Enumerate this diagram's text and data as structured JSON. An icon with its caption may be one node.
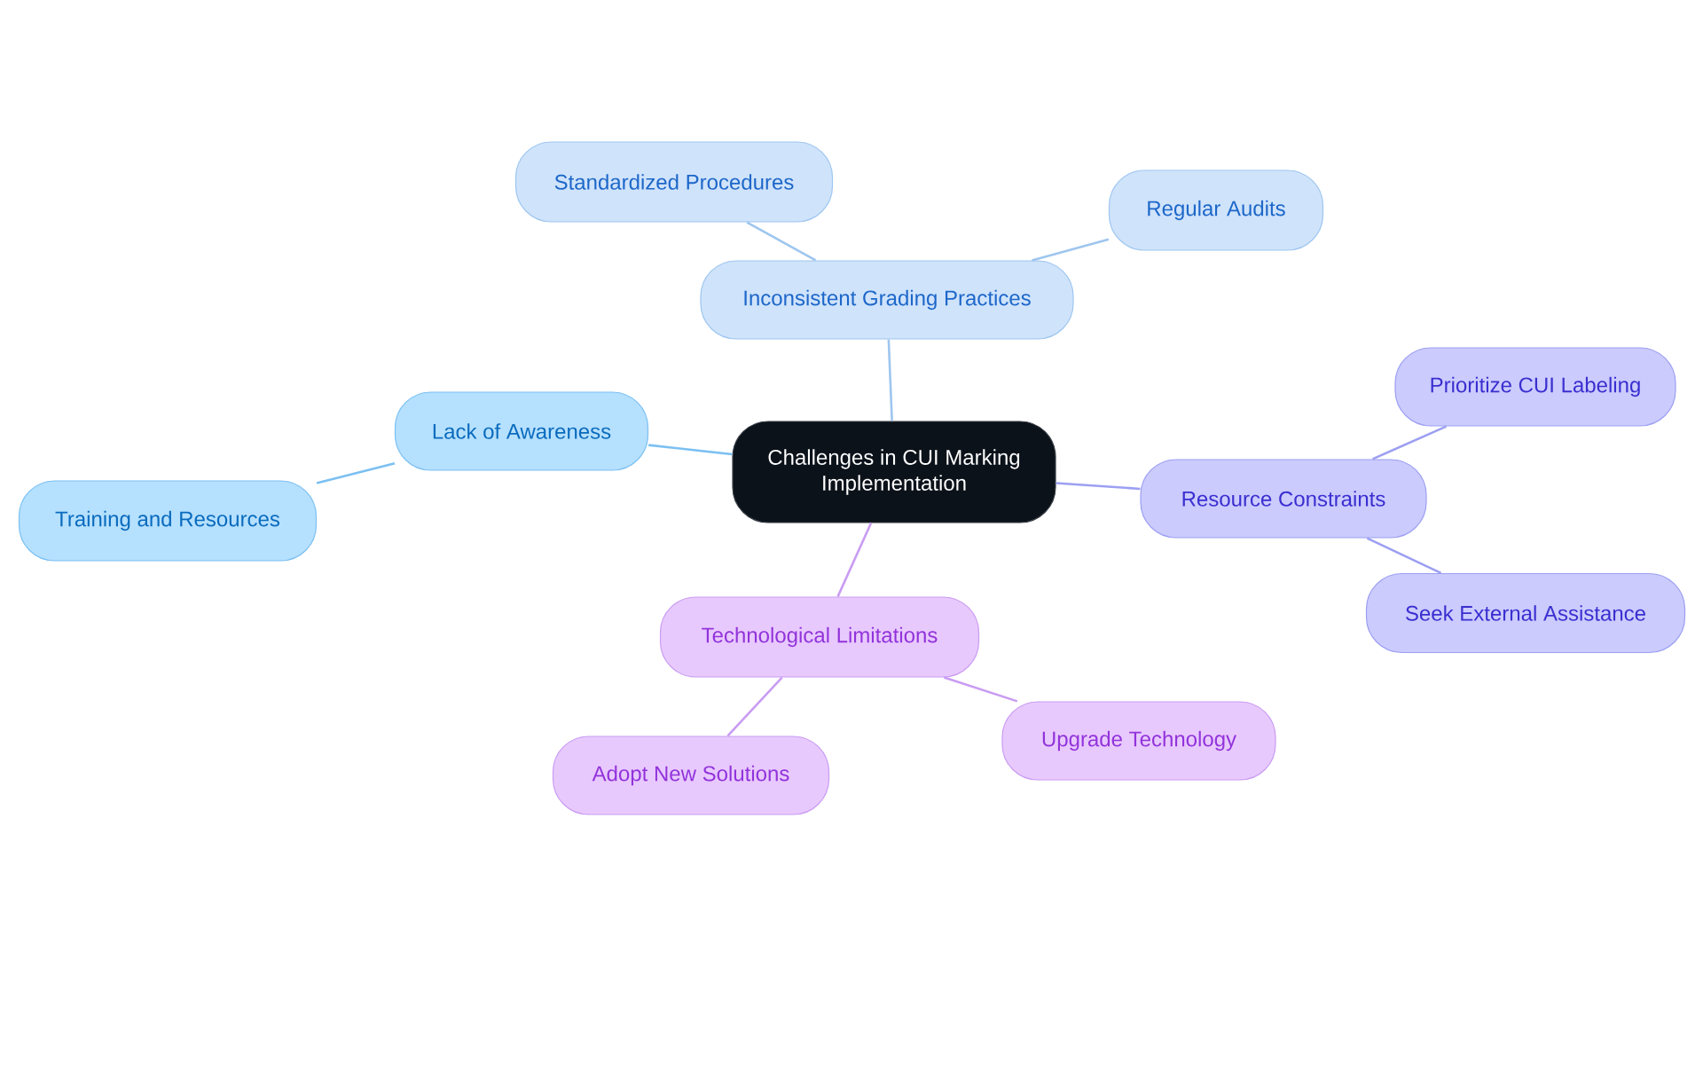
{
  "diagram": {
    "nodes": [
      {
        "text": [
          "Challenges in CUI Marking Implementation"
        ]
      },
      {
        "text": [
          "Inconsistent Grading Practices"
        ]
      },
      {
        "text": [
          "Standardized Procedures"
        ]
      },
      {
        "text": [
          "Regular Audits"
        ]
      },
      {
        "text": [
          "Lack of Awareness"
        ]
      },
      {
        "text": [
          "Training and Resources"
        ]
      },
      {
        "text": [
          "Resource Constraints"
        ]
      },
      {
        "text": [
          "Prioritize CUI Labeling"
        ]
      },
      {
        "text": [
          "Seek External Assistance"
        ]
      },
      {
        "text": [
          "Technological Limitations"
        ]
      },
      {
        "text": [
          "Adopt New Solutions"
        ]
      },
      {
        "text": [
          "Upgrade Technology"
        ]
      }
    ],
    "edges": [
      {
        "from": 0,
        "to": 1,
        "arrow": "none",
        "color": "#9ec6ef"
      },
      {
        "from": 1,
        "to": 2,
        "arrow": "none",
        "color": "#9ec6ef"
      },
      {
        "from": 1,
        "to": 3,
        "arrow": "none",
        "color": "#9ec6ef"
      },
      {
        "from": 0,
        "to": 4,
        "arrow": "none",
        "color": "#7cc0f2"
      },
      {
        "from": 4,
        "to": 5,
        "arrow": "none",
        "color": "#7cc0f2"
      },
      {
        "from": 0,
        "to": 6,
        "arrow": "none",
        "color": "#9c9ff2"
      },
      {
        "from": 6,
        "to": 7,
        "arrow": "none",
        "color": "#9c9ff2"
      },
      {
        "from": 6,
        "to": 8,
        "arrow": "none",
        "color": "#9c9ff2"
      },
      {
        "from": 0,
        "to": 9,
        "arrow": "none",
        "color": "#c99cf2"
      },
      {
        "from": 9,
        "to": 10,
        "arrow": "none",
        "color": "#c99cf2"
      },
      {
        "from": 9,
        "to": 11,
        "arrow": "none",
        "color": "#c99cf2"
      }
    ]
  }
}
